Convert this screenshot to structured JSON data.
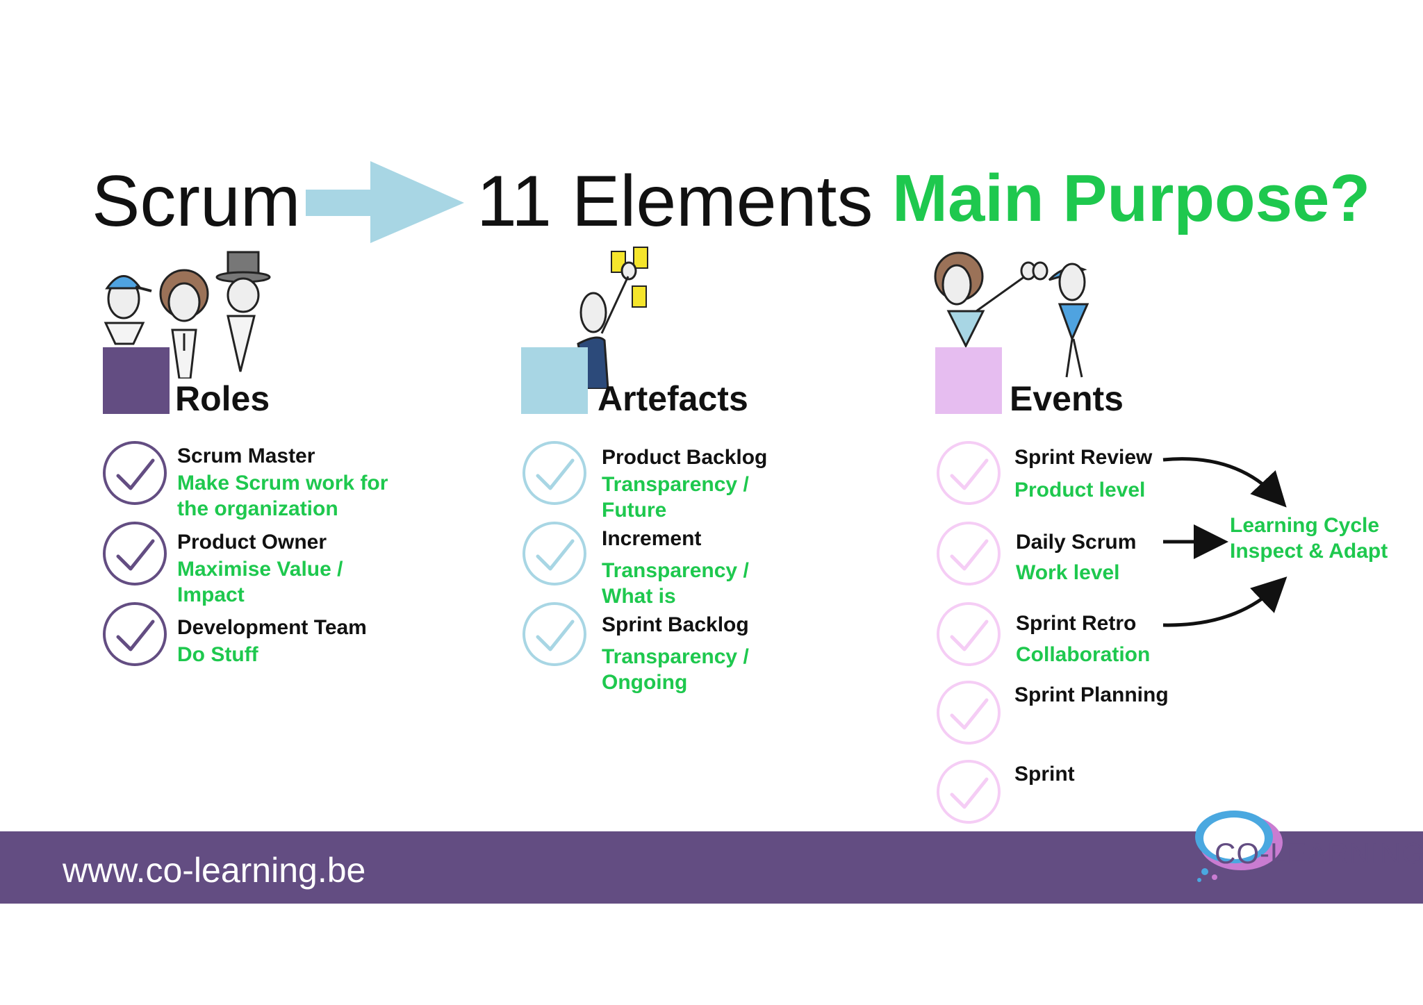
{
  "headline": {
    "scrum": "Scrum",
    "elements": "11 Elements",
    "purpose": "Main Purpose?"
  },
  "roles": {
    "title": "Roles",
    "color": "#634d82",
    "items": [
      {
        "name": "Scrum Master",
        "purpose_lines": [
          "Make Scrum work for",
          "the organization"
        ]
      },
      {
        "name": "Product Owner",
        "purpose_lines": [
          "Maximise Value /",
          "Impact"
        ]
      },
      {
        "name": "Development Team",
        "purpose_lines": [
          "Do Stuff"
        ]
      }
    ]
  },
  "artefacts": {
    "title": "Artefacts",
    "color": "#a8d6e4",
    "items": [
      {
        "name": "Product Backlog",
        "purpose_lines": [
          "Transparency /",
          "Future"
        ]
      },
      {
        "name": "Increment",
        "purpose_lines": [
          "Transparency /",
          "What is"
        ]
      },
      {
        "name": "Sprint Backlog",
        "purpose_lines": [
          "Transparency /",
          "Ongoing"
        ]
      }
    ]
  },
  "events": {
    "title": "Events",
    "color": "#e6bdf0",
    "items": [
      {
        "name": "Sprint Review",
        "purpose_lines": [
          "Product level"
        ]
      },
      {
        "name": "Daily Scrum",
        "purpose_lines": [
          "Work level"
        ]
      },
      {
        "name": "Sprint Retro",
        "purpose_lines": [
          "Collaboration"
        ]
      },
      {
        "name": "Sprint Planning",
        "purpose_lines": []
      },
      {
        "name": "Sprint",
        "purpose_lines": []
      }
    ],
    "learning_cycle": [
      "Learning Cycle",
      "Inspect & Adapt"
    ]
  },
  "footer": {
    "url": "www.co-learning.be",
    "logo_text": "CO-LEARNING",
    "bar_color": "#634d82"
  },
  "colors": {
    "accent_green": "#1ec84e",
    "arrow_blue": "#a8d6e4"
  }
}
